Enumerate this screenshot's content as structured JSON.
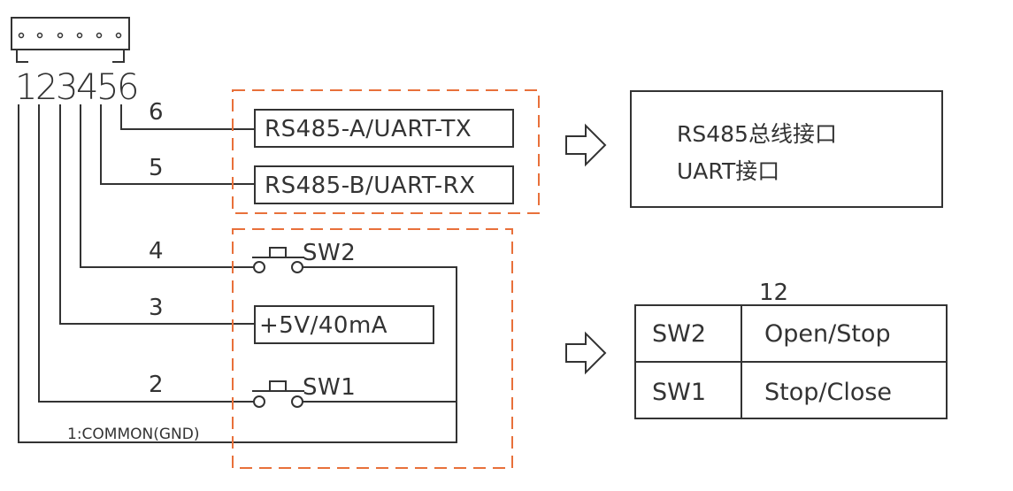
{
  "connector": {
    "pin_numbers": [
      "1",
      "2",
      "3",
      "4",
      "5",
      "6"
    ]
  },
  "wires": {
    "w6": "6",
    "w5": "5",
    "w4": "4",
    "w3": "3",
    "w2": "2",
    "common": "1:COMMON(GND)"
  },
  "comm_block": {
    "line_a": "RS485-A/UART-TX",
    "line_b": "RS485-B/UART-RX"
  },
  "interface_box": {
    "line1": "RS485总线接口",
    "line2": "UART接口"
  },
  "control_block": {
    "sw2_label": "SW2",
    "power_label": "+5V/40mA",
    "sw1_label": "SW1"
  },
  "switch_table": {
    "header": "12",
    "rows": [
      {
        "switch": "SW2",
        "function": "Open/Stop"
      },
      {
        "switch": "SW1",
        "function": "Stop/Close"
      }
    ]
  },
  "colors": {
    "line": "#333333",
    "dashed_frame": "#e8703a"
  }
}
